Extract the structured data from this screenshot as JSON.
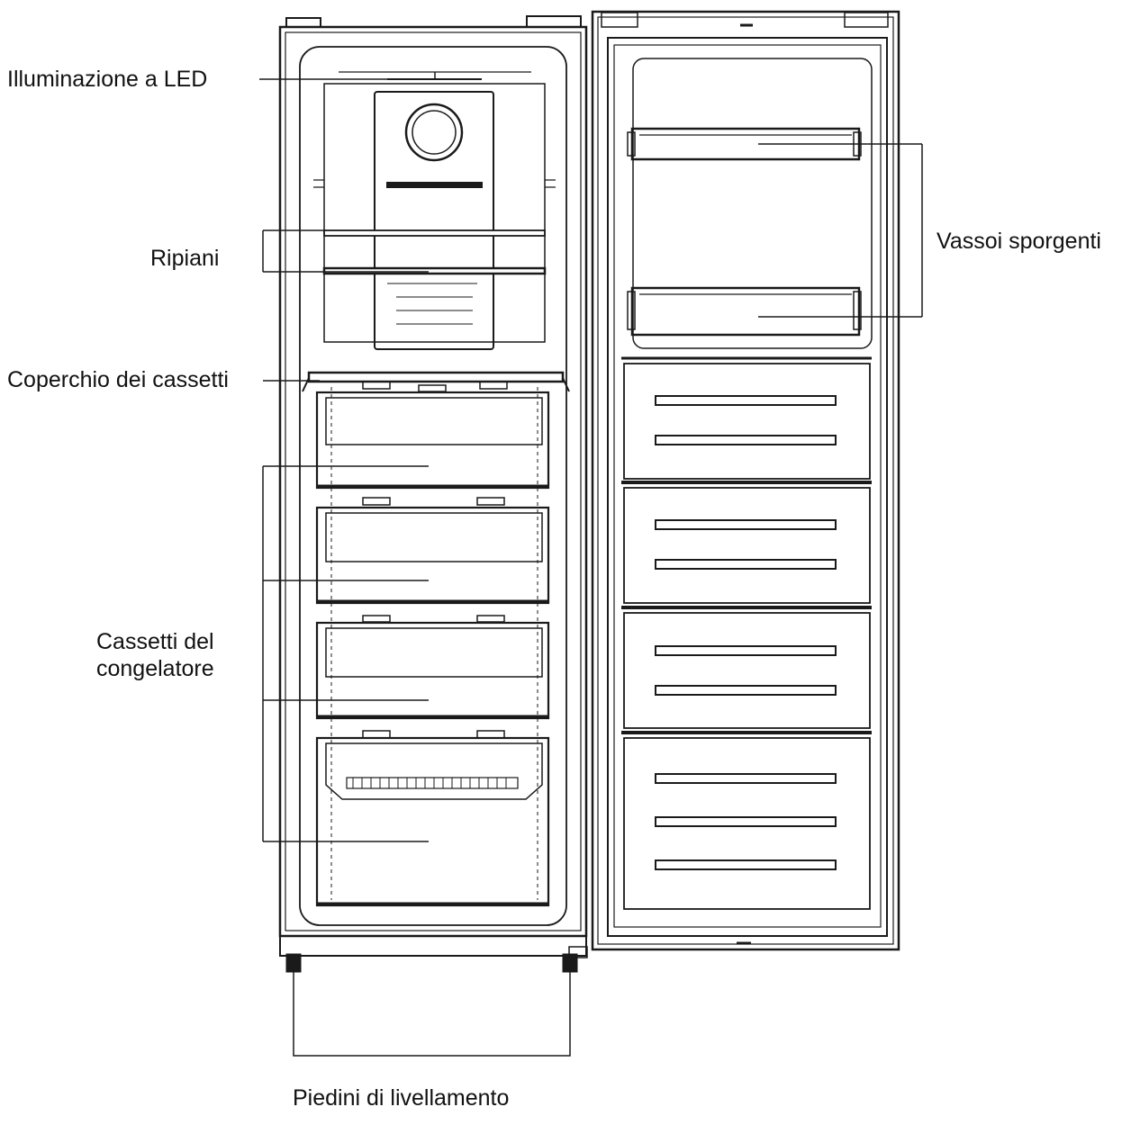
{
  "labels": {
    "led_lighting": "Illuminazione a LED",
    "shelves": "Ripiani",
    "drawer_cover": "Coperchio dei cassetti",
    "freezer_drawers_line1": "Cassetti del",
    "freezer_drawers_line2": "congelatore",
    "door_trays": "Vassoi sporgenti",
    "leveling_feet": "Piedini di livellamento"
  },
  "colors": {
    "line": "#1a1a1a",
    "fill": "#ffffff",
    "light_fill": "#f4f4f4"
  }
}
